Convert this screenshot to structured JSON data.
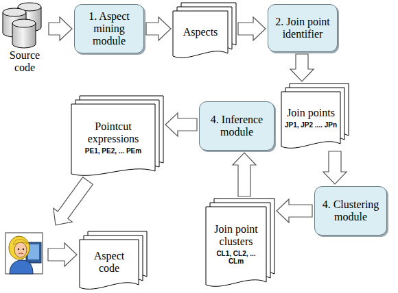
{
  "diagram": {
    "nodes": [
      {
        "text": [
          "Source code"
        ]
      },
      {
        "text": [
          "1. Aspect mining module"
        ]
      },
      {
        "text": [
          "Aspects"
        ]
      },
      {
        "text": [
          "2. Join point identifier"
        ]
      },
      {
        "text": [
          "Join points",
          "JP1, JP2 .... JPn"
        ]
      },
      {
        "text": [
          "4. Clustering module"
        ]
      },
      {
        "text": [
          "Join point clusters",
          "CL1, CL2, ... CLm"
        ]
      },
      {
        "text": [
          "4. Inference module"
        ]
      },
      {
        "text": [
          "Pointcut expressions",
          "PE1, PE2, ... PEm"
        ]
      },
      {
        "text": [
          "Aspect code"
        ]
      }
    ],
    "edges": [
      {
        "from": 0,
        "to": 1,
        "arrow": "to"
      },
      {
        "from": 1,
        "to": 2,
        "arrow": "to"
      },
      {
        "from": 2,
        "to": 3,
        "arrow": "to"
      },
      {
        "from": 3,
        "to": 4,
        "arrow": "to"
      },
      {
        "from": 4,
        "to": 5,
        "arrow": "to"
      },
      {
        "from": 5,
        "to": 6,
        "arrow": "to"
      },
      {
        "from": 6,
        "to": 7,
        "arrow": "to"
      },
      {
        "from": 7,
        "to": 8,
        "arrow": "to"
      }
    ]
  }
}
